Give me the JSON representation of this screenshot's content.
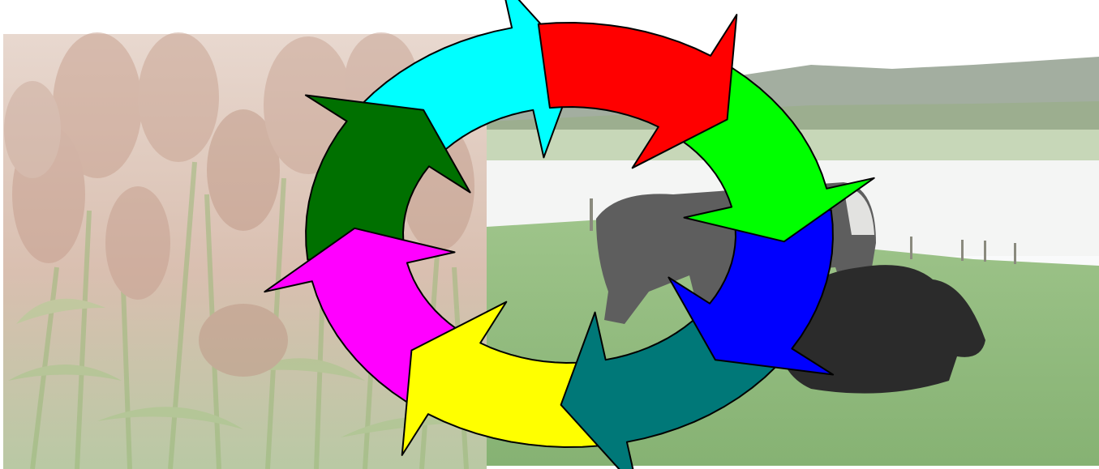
{
  "diagram": {
    "type": "cycle",
    "direction": "clockwise",
    "arrows": [
      {
        "name": "red",
        "color": "#ff0000"
      },
      {
        "name": "green",
        "color": "#00ff00"
      },
      {
        "name": "blue",
        "color": "#0000ff"
      },
      {
        "name": "teal",
        "color": "#007878"
      },
      {
        "name": "yellow",
        "color": "#ffff00"
      },
      {
        "name": "magenta",
        "color": "#ff00ff"
      },
      {
        "name": "dark-green",
        "color": "#007000"
      },
      {
        "name": "cyan",
        "color": "#00ffff"
      }
    ]
  },
  "background": {
    "left_photo": "sorghum-field",
    "right_photo": "cows-grazing-pasture"
  }
}
